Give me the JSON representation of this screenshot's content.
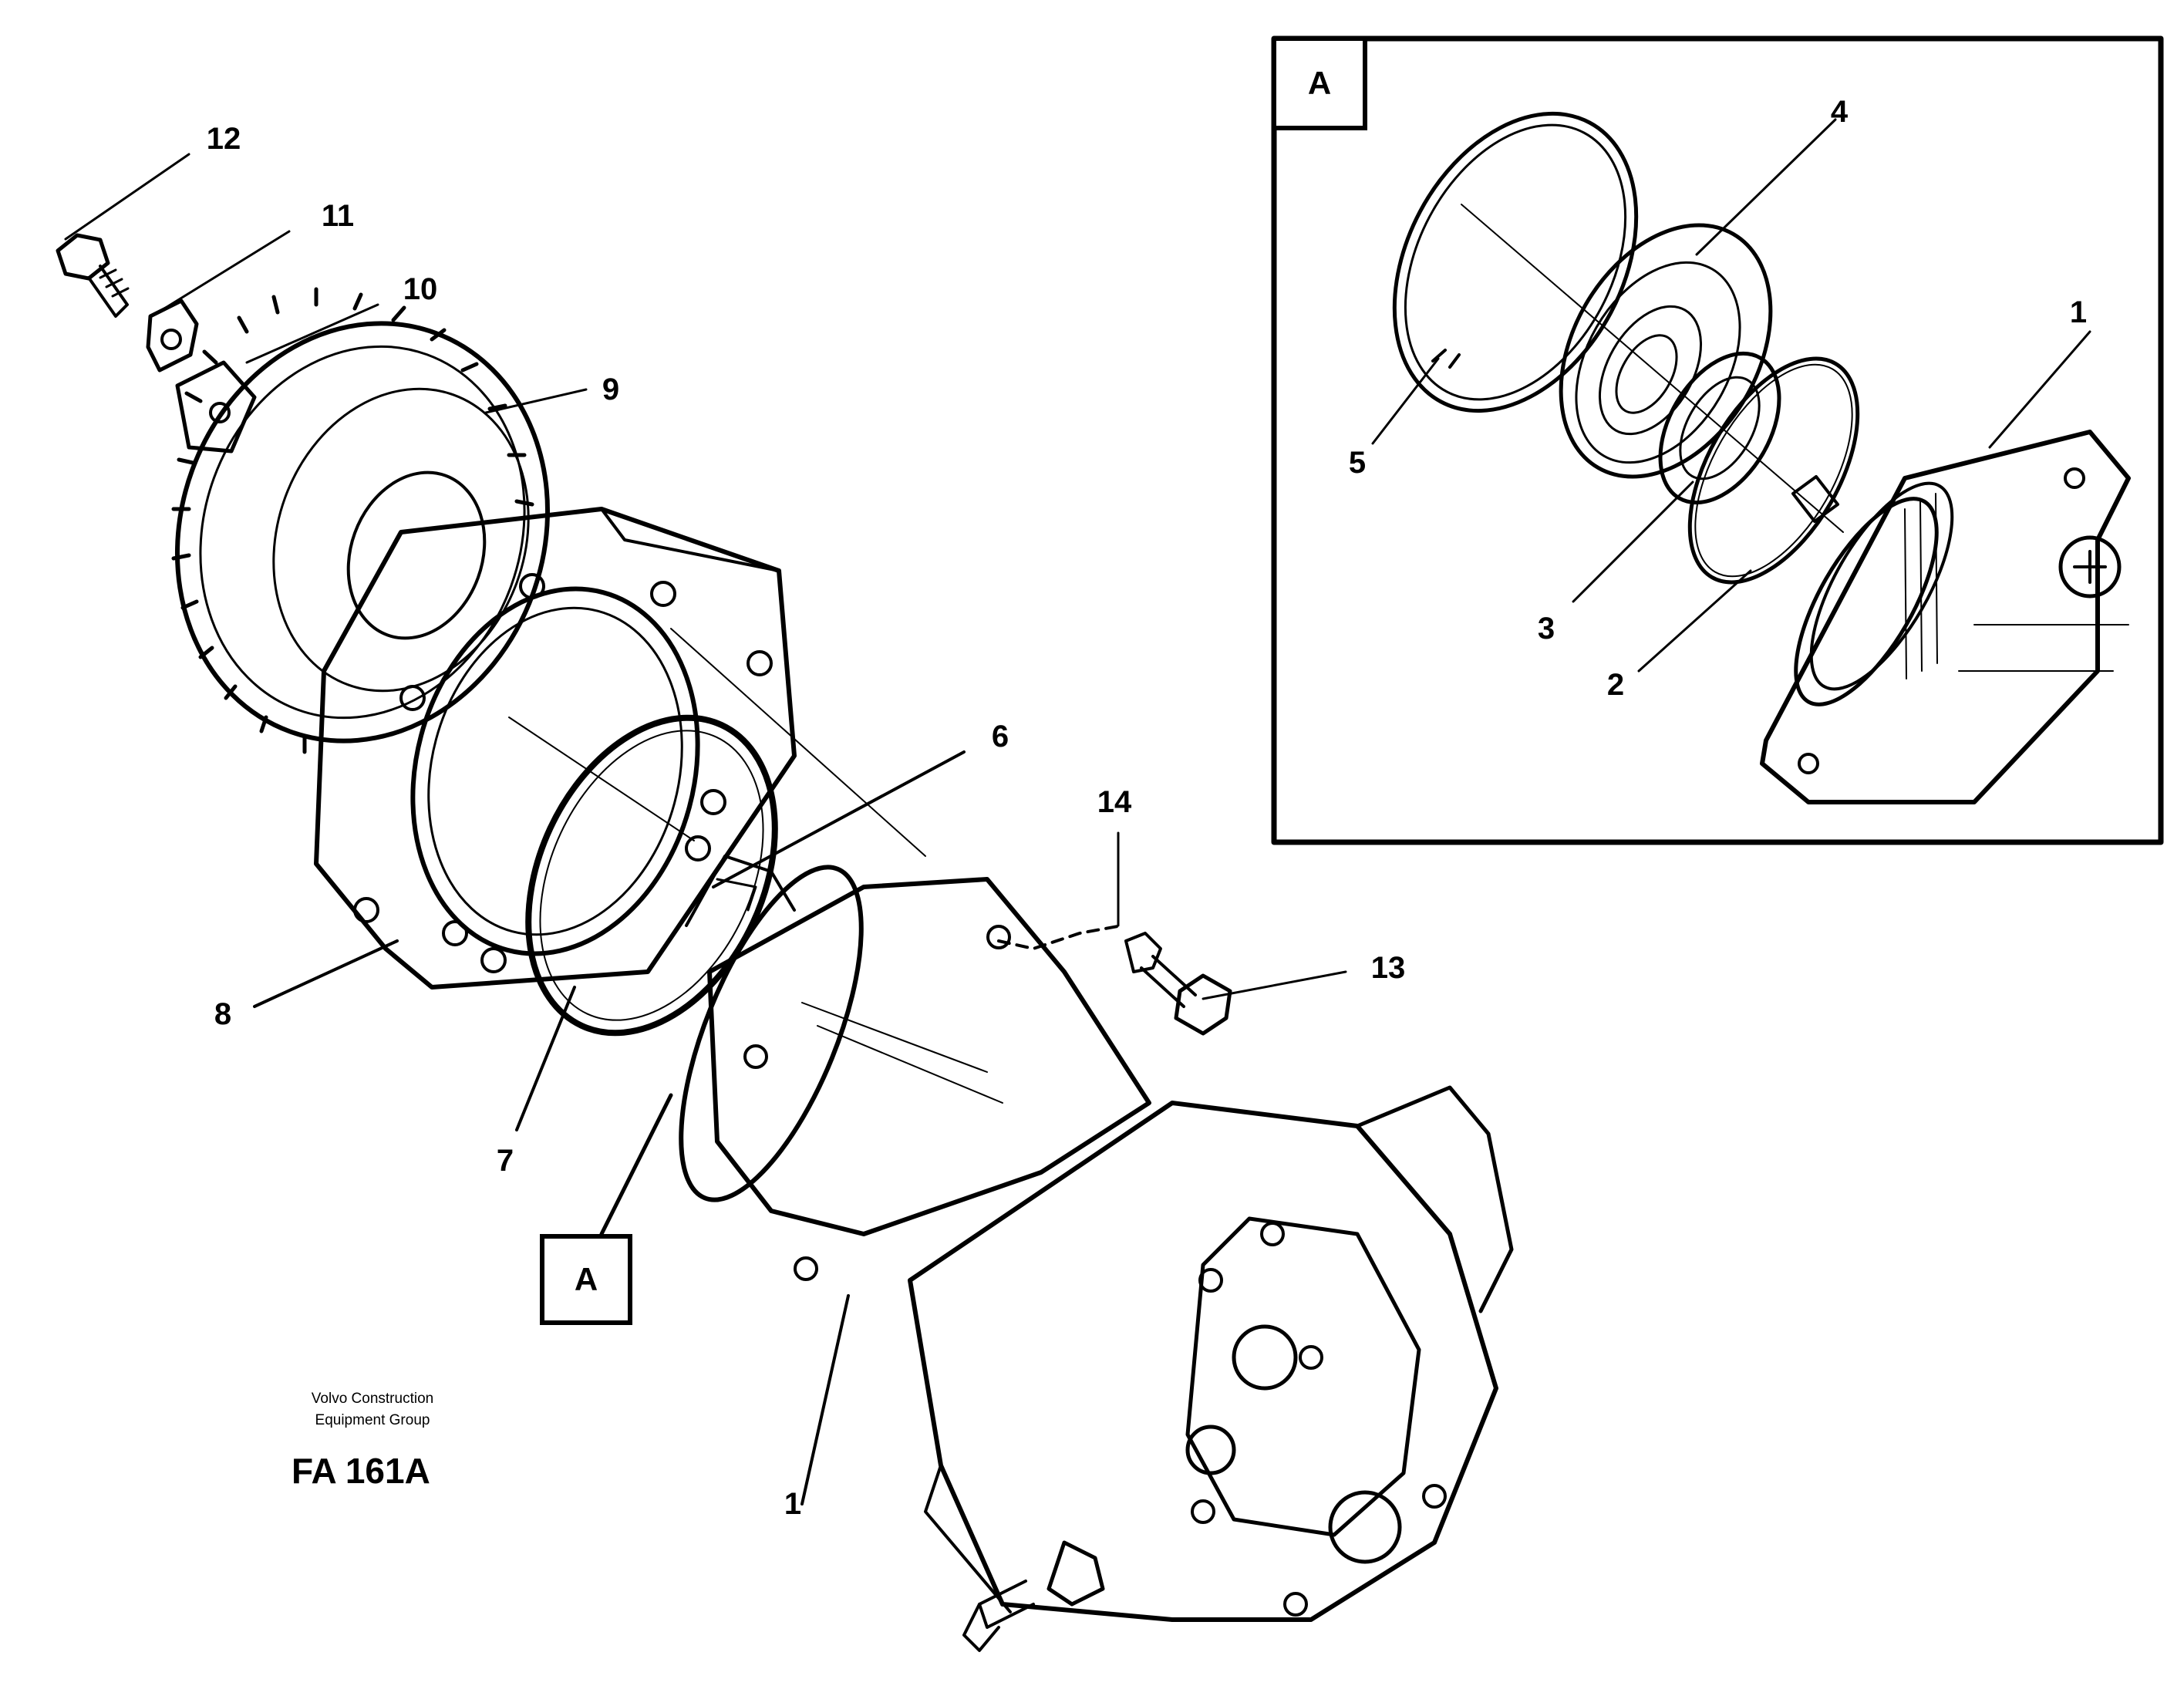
{
  "callouts": {
    "c12": "12",
    "c11": "11",
    "c10": "10",
    "c9": "9",
    "c8": "8",
    "c7": "7",
    "c6": "6",
    "c14": "14",
    "c13": "13",
    "c1_main": "1",
    "c1_inset": "1",
    "c2": "2",
    "c3": "3",
    "c4": "4",
    "c5": "5"
  },
  "view_tags": {
    "inset": "A",
    "main": "A"
  },
  "footer": {
    "maker_line1": "Volvo Construction",
    "maker_line2": "Equipment Group",
    "figure_code": "FA 161A"
  },
  "colors": {
    "ink": "#000000",
    "paper": "#ffffff"
  }
}
